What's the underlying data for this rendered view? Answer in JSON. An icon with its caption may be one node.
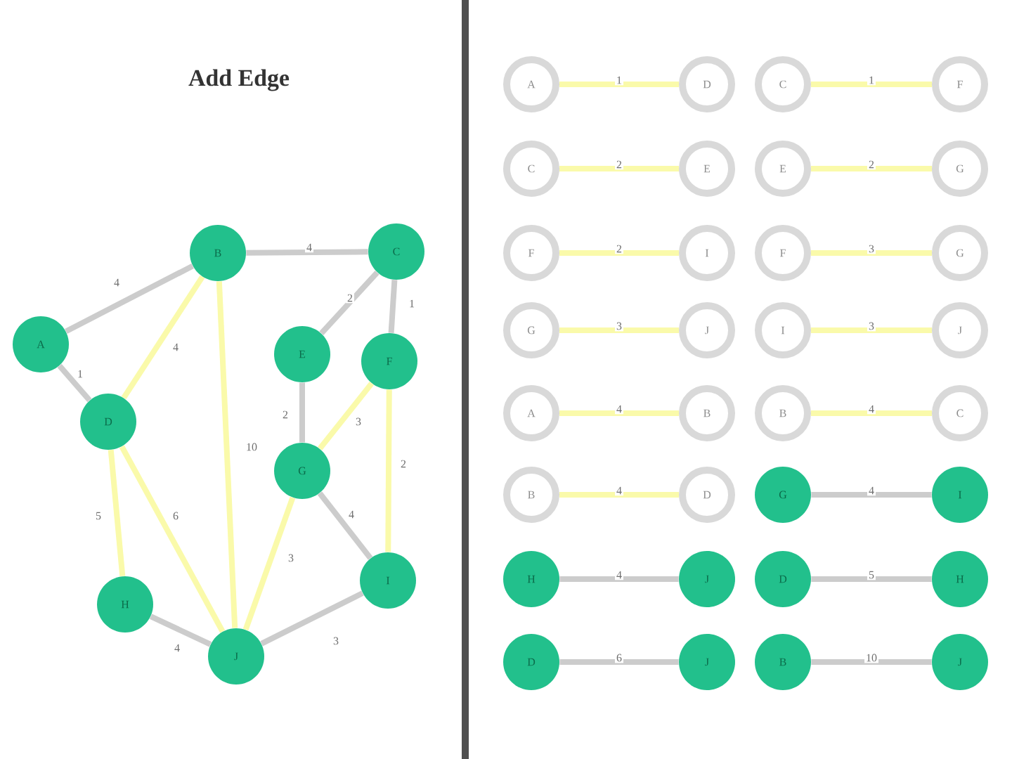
{
  "diagram": {
    "title": "Add Edge",
    "nodes": [
      {
        "text": [
          "B"
        ]
      },
      {
        "text": [
          "C"
        ]
      },
      {
        "text": [
          "A"
        ]
      },
      {
        "text": [
          "E"
        ]
      },
      {
        "text": [
          "F"
        ]
      },
      {
        "text": [
          "D"
        ]
      },
      {
        "text": [
          "G"
        ]
      },
      {
        "text": [
          "I"
        ]
      },
      {
        "text": [
          "H"
        ]
      },
      {
        "text": [
          "J"
        ]
      },
      {
        "text": [
          "A"
        ]
      },
      {
        "text": [
          "D"
        ]
      },
      {
        "text": [
          "C"
        ]
      },
      {
        "text": [
          "F"
        ]
      },
      {
        "text": [
          "C"
        ]
      },
      {
        "text": [
          "E"
        ]
      },
      {
        "text": [
          "E"
        ]
      },
      {
        "text": [
          "G"
        ]
      },
      {
        "text": [
          "F"
        ]
      },
      {
        "text": [
          "I"
        ]
      },
      {
        "text": [
          "F"
        ]
      },
      {
        "text": [
          "G"
        ]
      },
      {
        "text": [
          "G"
        ]
      },
      {
        "text": [
          "J"
        ]
      },
      {
        "text": [
          "I"
        ]
      },
      {
        "text": [
          "J"
        ]
      },
      {
        "text": [
          "A"
        ]
      },
      {
        "text": [
          "B"
        ]
      },
      {
        "text": [
          "B"
        ]
      },
      {
        "text": [
          "C"
        ]
      },
      {
        "text": [
          "B"
        ]
      },
      {
        "text": [
          "D"
        ]
      },
      {
        "text": [
          "G"
        ]
      },
      {
        "text": [
          "I"
        ]
      },
      {
        "text": [
          "H"
        ]
      },
      {
        "text": [
          "J"
        ]
      },
      {
        "text": [
          "D"
        ]
      },
      {
        "text": [
          "H"
        ]
      },
      {
        "text": [
          "D"
        ]
      },
      {
        "text": [
          "J"
        ]
      },
      {
        "text": [
          "B"
        ]
      },
      {
        "text": [
          "J"
        ]
      }
    ],
    "edges": [
      {
        "from": 2,
        "to": 0,
        "arrow": "none",
        "label": "4",
        "color": "#cccccc"
      },
      {
        "from": 0,
        "to": 1,
        "arrow": "none",
        "label": "4",
        "color": "#cccccc"
      },
      {
        "from": 1,
        "to": 3,
        "arrow": "none",
        "label": "2",
        "color": "#cccccc"
      },
      {
        "from": 1,
        "to": 4,
        "arrow": "none",
        "label": "1",
        "color": "#cccccc"
      },
      {
        "from": 0,
        "to": 5,
        "arrow": "none",
        "label": "4"
      },
      {
        "from": 2,
        "to": 5,
        "arrow": "none",
        "label": "1",
        "color": "#cccccc"
      },
      {
        "from": 0,
        "to": 9,
        "arrow": "none",
        "label": "10"
      },
      {
        "from": 3,
        "to": 6,
        "arrow": "none",
        "label": "2",
        "color": "#cccccc"
      },
      {
        "from": 4,
        "to": 6,
        "arrow": "none",
        "label": "3"
      },
      {
        "from": 4,
        "to": 7,
        "arrow": "none",
        "label": "2"
      },
      {
        "from": 5,
        "to": 8,
        "arrow": "none",
        "label": "5"
      },
      {
        "from": 5,
        "to": 9,
        "arrow": "none",
        "label": "6"
      },
      {
        "from": 6,
        "to": 9,
        "arrow": "none",
        "label": "3"
      },
      {
        "from": 6,
        "to": 7,
        "arrow": "none",
        "label": "4",
        "color": "#cccccc"
      },
      {
        "from": 8,
        "to": 9,
        "arrow": "none",
        "label": "4",
        "color": "#cccccc"
      },
      {
        "from": 7,
        "to": 9,
        "arrow": "none",
        "label": "3",
        "color": "#cccccc"
      },
      {
        "from": 10,
        "to": 11,
        "arrow": "none",
        "label": "1"
      },
      {
        "from": 12,
        "to": 13,
        "arrow": "none",
        "label": "1"
      },
      {
        "from": 14,
        "to": 15,
        "arrow": "none",
        "label": "2"
      },
      {
        "from": 16,
        "to": 17,
        "arrow": "none",
        "label": "2"
      },
      {
        "from": 18,
        "to": 19,
        "arrow": "none",
        "label": "2"
      },
      {
        "from": 20,
        "to": 21,
        "arrow": "none",
        "label": "3"
      },
      {
        "from": 22,
        "to": 23,
        "arrow": "none",
        "label": "3"
      },
      {
        "from": 24,
        "to": 25,
        "arrow": "none",
        "label": "3"
      },
      {
        "from": 26,
        "to": 27,
        "arrow": "none",
        "label": "4"
      },
      {
        "from": 28,
        "to": 29,
        "arrow": "none",
        "label": "4"
      },
      {
        "from": 30,
        "to": 31,
        "arrow": "none",
        "label": "4"
      },
      {
        "from": 32,
        "to": 33,
        "arrow": "none",
        "label": "4",
        "color": "#cccccc"
      },
      {
        "from": 34,
        "to": 35,
        "arrow": "none",
        "label": "4",
        "color": "#cccccc"
      },
      {
        "from": 36,
        "to": 37,
        "arrow": "none",
        "label": "5",
        "color": "#cccccc"
      },
      {
        "from": 38,
        "to": 39,
        "arrow": "none",
        "label": "6",
        "color": "#cccccc"
      },
      {
        "from": 40,
        "to": 41,
        "arrow": "none",
        "label": "10",
        "color": "#cccccc"
      }
    ]
  }
}
